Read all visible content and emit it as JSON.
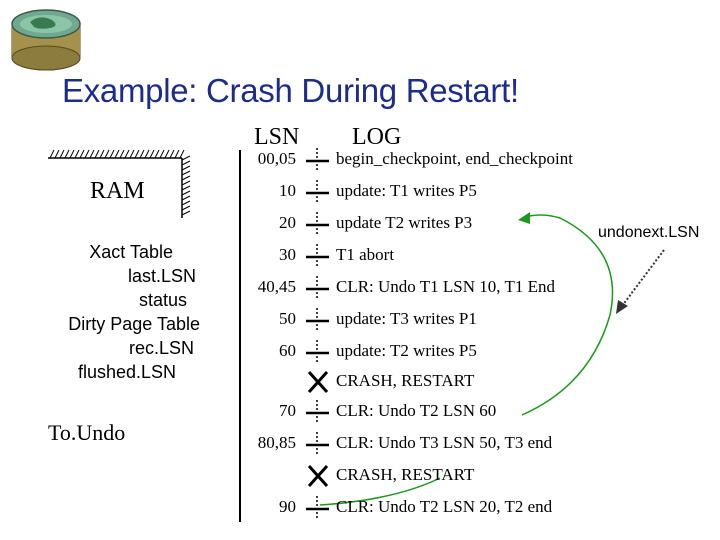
{
  "title": "Example: Crash During Restart!",
  "headers": {
    "lsn": "LSN",
    "log": "LOG"
  },
  "ram": {
    "label": "RAM",
    "lines": [
      "Xact Table",
      "last.LSN",
      "status",
      "Dirty Page Table",
      "rec.LSN",
      "flushed.LSN"
    ],
    "toundo": "To.Undo"
  },
  "log_entries": [
    {
      "lsn": "00,05",
      "text": "begin_checkpoint, end_checkpoint",
      "marker": "tick"
    },
    {
      "lsn": "10",
      "text": "update: T1 writes P5",
      "marker": "tick"
    },
    {
      "lsn": "20",
      "text": "update T2 writes P3",
      "marker": "tick"
    },
    {
      "lsn": "30",
      "text": "T1 abort",
      "marker": "tick"
    },
    {
      "lsn": "40,45",
      "text": "CLR: Undo T1 LSN 10, T1 End",
      "marker": "tick"
    },
    {
      "lsn": "50",
      "text": "update: T3 writes P1",
      "marker": "tick"
    },
    {
      "lsn": "60",
      "text": "update: T2 writes P5",
      "marker": "tick"
    },
    {
      "lsn": "",
      "text": "CRASH, RESTART",
      "marker": "x"
    },
    {
      "lsn": "70",
      "text": "CLR: Undo T2 LSN 60",
      "marker": "tick"
    },
    {
      "lsn": "80,85",
      "text": "CLR: Undo T3 LSN 50, T3 end",
      "marker": "tick"
    },
    {
      "lsn": "",
      "text": "CRASH, RESTART",
      "marker": "x"
    },
    {
      "lsn": "90",
      "text": "CLR: Undo T2 LSN 20, T2 end",
      "marker": "tick"
    }
  ],
  "annotation": "undonext.LSN",
  "colors": {
    "title": "#1c2b8c",
    "arrow": "#1a9a1a",
    "disk_green": "#5a9a6a",
    "disk_body": "#9a8a4a"
  },
  "icons": {
    "disk": "database-disk-icon"
  }
}
